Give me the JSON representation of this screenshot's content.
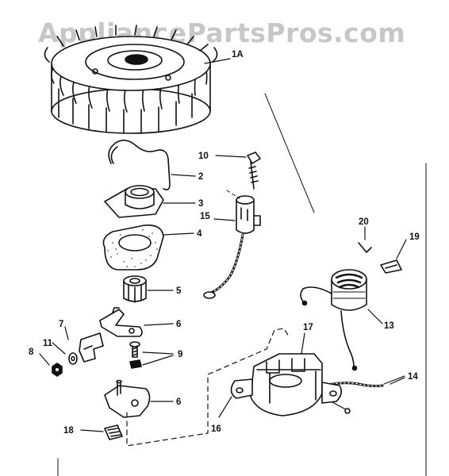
{
  "watermark": "AppliancePartsPros.com",
  "labels": {
    "l1a": "1A",
    "l2": "2",
    "l3": "3",
    "l4": "4",
    "l5": "5",
    "l6a": "6",
    "l6b": "6",
    "l7": "7",
    "l8": "8",
    "l9": "9",
    "l10": "10",
    "l11": "11",
    "l13": "13",
    "l14": "14",
    "l15": "15",
    "l16": "16",
    "l17": "17",
    "l18": "18",
    "l19": "19",
    "l20": "20"
  }
}
